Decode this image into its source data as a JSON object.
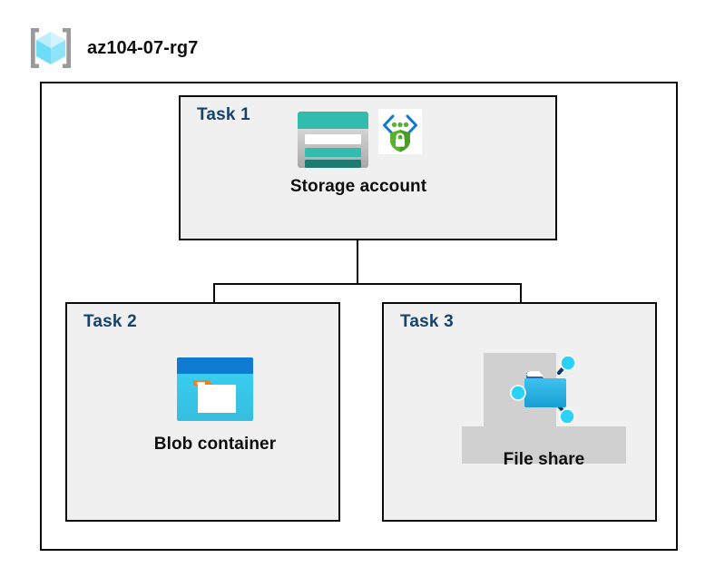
{
  "diagram": {
    "type": "azure-architecture",
    "resource_group": {
      "name": "az104-07-rg7",
      "icon": "resource-group-cube-icon"
    },
    "tasks": [
      {
        "id": "task1",
        "label": "Task 1",
        "node": {
          "caption": "Storage account",
          "icons": [
            "storage-account-icon",
            "secure-private-endpoint-icon"
          ]
        }
      },
      {
        "id": "task2",
        "label": "Task 2",
        "node": {
          "caption": "Blob container",
          "icons": [
            "blob-container-icon"
          ]
        }
      },
      {
        "id": "task3",
        "label": "Task 3",
        "node": {
          "caption": "File share",
          "icons": [
            "file-share-icon"
          ]
        }
      }
    ],
    "connections": [
      {
        "from": "task1",
        "to": "task2"
      },
      {
        "from": "task1",
        "to": "task3"
      }
    ],
    "colors": {
      "task_label": "#17436b",
      "box_fill": "#f0f0f0",
      "box_border": "#0a0a0a",
      "canvas": "#ffffff",
      "plate_fill": "#d0d0d0",
      "storage_teal": "#32bcad",
      "storage_teal_dark": "#1f7a72",
      "blob_blue": "#0f7ad1",
      "blob_cyan": "#32c8f0",
      "blob_orange": "#ef8023",
      "fileshare_blue": "#2aa9e0",
      "fileshare_node_cyan": "#2ad2f5",
      "endpoint_green": "#5ab330",
      "endpoint_blue": "#0f7ad1",
      "rg_cube_cyan": "#9fe8fb",
      "rg_bracket_gray": "#9a9a9a",
      "text_dark": "#0e0e0e"
    }
  }
}
